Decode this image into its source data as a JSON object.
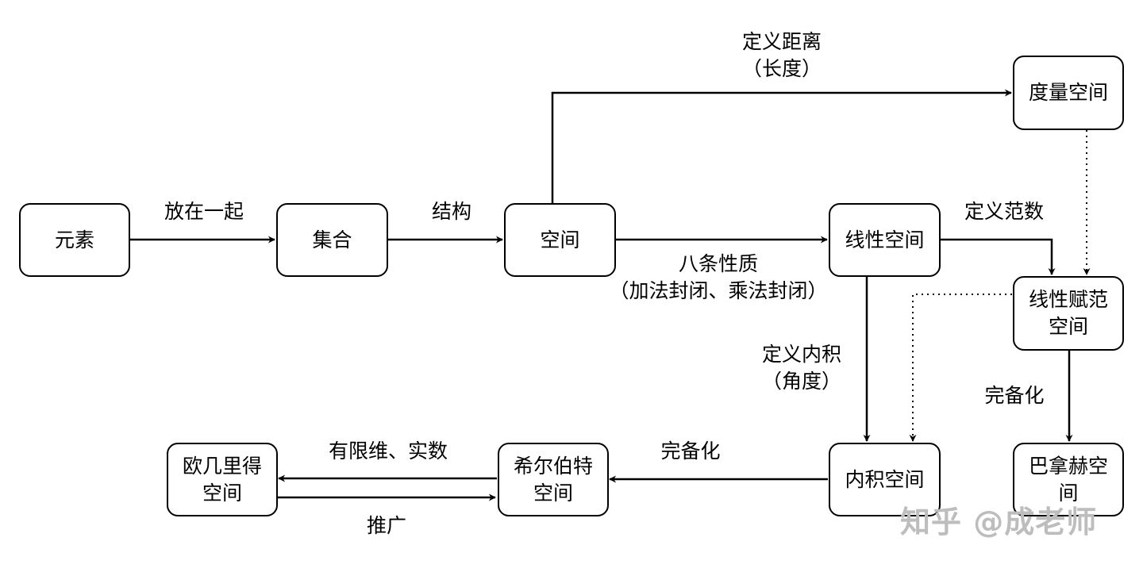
{
  "nodes": {
    "element": "元素",
    "set": "集合",
    "space": "空间",
    "metric_space": "度量空间",
    "linear_space": "线性空间",
    "normed_linear_space": "线性赋范\n空间",
    "inner_product_space": "内积空间",
    "banach_space": "巴拿赫空\n间",
    "hilbert_space": "希尔伯特\n空间",
    "euclidean_space": "欧几里得\n空间"
  },
  "edges": {
    "put_together": "放在一起",
    "structure": "结构",
    "define_distance": "定义距离\n（长度）",
    "eight_properties": "八条性质\n（加法封闭、乘法封闭）",
    "define_norm": "定义范数",
    "define_inner_product": "定义内积\n（角度）",
    "completion_right": "完备化",
    "completion_bottom": "完备化",
    "finite_dim_real": "有限维、实数",
    "generalize": "推广"
  },
  "watermark": "知乎 @成老师"
}
